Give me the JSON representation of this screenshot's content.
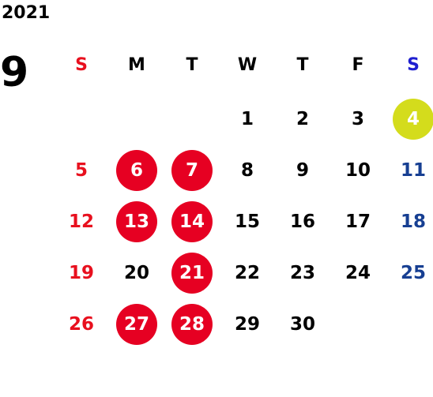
{
  "calendar": {
    "year": "2021",
    "month": "9",
    "weekdays": [
      "S",
      "M",
      "T",
      "W",
      "T",
      "F",
      "S"
    ],
    "weekday_colors": [
      "#e8101e",
      "#000000",
      "#000000",
      "#000000",
      "#000000",
      "#000000",
      "#1f1fd0"
    ],
    "first_weekday_index": 3,
    "days_in_month": 30,
    "colors": {
      "sunday": "#e8101e",
      "saturday": "#173f92",
      "weekday": "#000000",
      "holiday_circle": "#e60022",
      "special_circle": "#d4dc1c",
      "circle_text": "#ffffff"
    },
    "highlighted_days": [
      {
        "day": "4",
        "kind": "special"
      },
      {
        "day": "6",
        "kind": "holiday"
      },
      {
        "day": "7",
        "kind": "holiday"
      },
      {
        "day": "13",
        "kind": "holiday"
      },
      {
        "day": "14",
        "kind": "holiday"
      },
      {
        "day": "21",
        "kind": "holiday"
      },
      {
        "day": "27",
        "kind": "holiday"
      },
      {
        "day": "28",
        "kind": "holiday"
      }
    ]
  }
}
